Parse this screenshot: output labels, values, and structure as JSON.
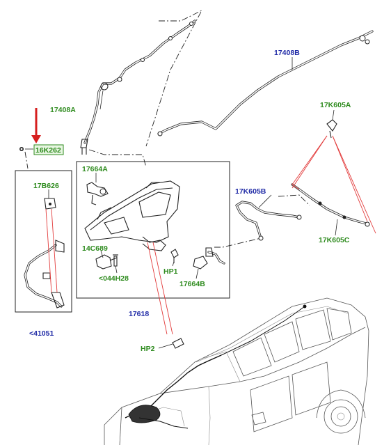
{
  "callouts": {
    "top_hose_left": "17408A",
    "top_hose_right": "17408B",
    "highlighted_part": "16K262",
    "jet_upper": "17K605A",
    "jet_left": "17K605B",
    "jet_right": "17K605C",
    "bracket": "17664A",
    "nozzle": "17B626",
    "sensor": "14C689",
    "screw": "<044H28",
    "clip_hp1": "HP1",
    "clip_17664b": "17664B",
    "reservoir": "17618",
    "left_assembly": "<41051",
    "clip_hp2": "HP2"
  },
  "colors": {
    "green_label": "#2e8b1e",
    "blue_label": "#1f2aa6",
    "arrow": "#d61f1f",
    "leader_red": "#e23a3a"
  },
  "icons": {
    "pointer": "red-down-arrow"
  }
}
